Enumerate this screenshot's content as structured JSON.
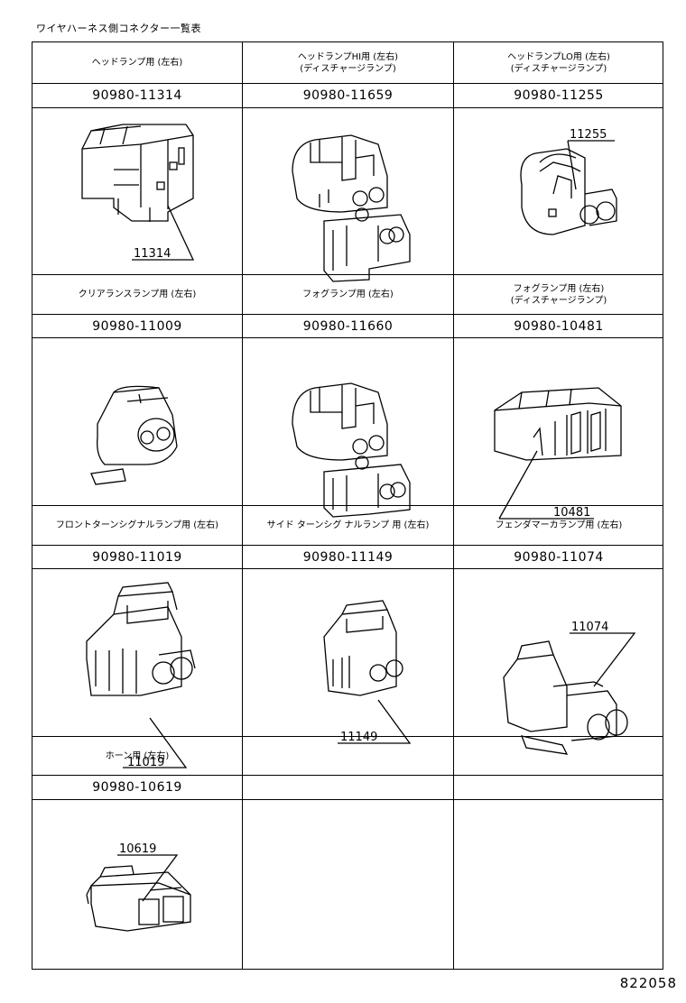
{
  "header": {
    "title": "ワイヤハーネス側コネクター一覧表"
  },
  "rows": [
    [
      {
        "label": "ヘッドランプ用 (左右)",
        "part_number": "90980-11314",
        "callout": "11314"
      },
      {
        "label": "ヘッドランプHI用 (左右)\n(ディスチャージランプ)",
        "part_number": "90980-11659",
        "callout": ""
      },
      {
        "label": "ヘッドランプLO用 (左右)\n(ディスチャージランプ)",
        "part_number": "90980-11255",
        "callout": "11255"
      }
    ],
    [
      {
        "label": "クリアランスランプ用 (左右)",
        "part_number": "90980-11009",
        "callout": ""
      },
      {
        "label": "フォグランプ用 (左右)",
        "part_number": "90980-11660",
        "callout": ""
      },
      {
        "label": "フォグランプ用 (左右)\n(ディスチャージランプ)",
        "part_number": "90980-10481",
        "callout": "10481"
      }
    ],
    [
      {
        "label": "フロントターンシグナルランプ用 (左右)",
        "part_number": "90980-11019",
        "callout": "11019"
      },
      {
        "label": "サイド ターンシグ ナルランプ 用 (左右)",
        "part_number": "90980-11149",
        "callout": "11149"
      },
      {
        "label": "フェンダマーカランプ用 (左右)",
        "part_number": "90980-11074",
        "callout": "11074"
      }
    ],
    [
      {
        "label": "ホーン用 (左右)",
        "part_number": "90980-10619",
        "callout": "10619"
      },
      {
        "label": "",
        "part_number": "",
        "callout": ""
      },
      {
        "label": "",
        "part_number": "",
        "callout": ""
      }
    ]
  ],
  "figure_number": "822058"
}
